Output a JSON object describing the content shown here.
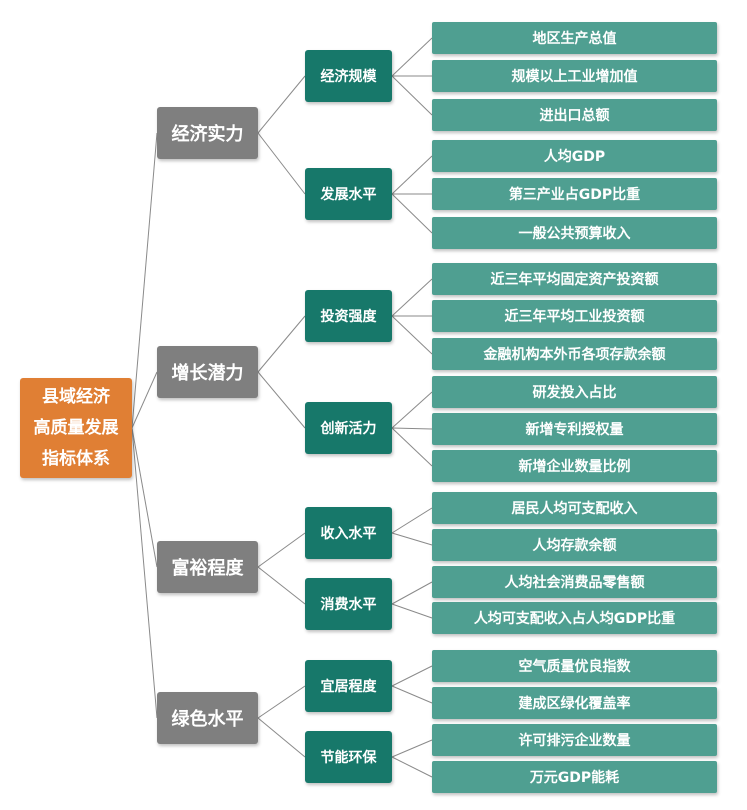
{
  "root": {
    "lines": [
      "县域经济",
      "高质量发展",
      "指标体系"
    ]
  },
  "categories": [
    {
      "label": "经济实力",
      "groups": [
        {
          "label": "经济规模",
          "items": [
            "地区生产总值",
            "规模以上工业增加值",
            "进出口总额"
          ]
        },
        {
          "label": "发展水平",
          "items": [
            "人均GDP",
            "第三产业占GDP比重",
            "一般公共预算收入"
          ]
        }
      ]
    },
    {
      "label": "增长潜力",
      "groups": [
        {
          "label": "投资强度",
          "items": [
            "近三年平均固定资产投资额",
            "近三年平均工业投资额",
            "金融机构本外币各项存款余额"
          ]
        },
        {
          "label": "创新活力",
          "items": [
            "研发投入占比",
            "新增专利授权量",
            "新增企业数量比例"
          ]
        }
      ]
    },
    {
      "label": "富裕程度",
      "groups": [
        {
          "label": "收入水平",
          "items": [
            "居民人均可支配收入",
            "人均存款余额"
          ]
        },
        {
          "label": "消费水平",
          "items": [
            "人均社会消费品零售额",
            "人均可支配收入占人均GDP比重"
          ]
        }
      ]
    },
    {
      "label": "绿色水平",
      "groups": [
        {
          "label": "宜居程度",
          "items": [
            "空气质量优良指数",
            "建成区绿化覆盖率"
          ]
        },
        {
          "label": "节能环保",
          "items": [
            "许可排污企业数量",
            "万元GDP能耗"
          ]
        }
      ]
    }
  ],
  "colors": {
    "root": "#e07f34",
    "category": "#7f7f7f",
    "group": "#17786a",
    "item": "#4f9f91",
    "connector": "#8a8a8a"
  }
}
